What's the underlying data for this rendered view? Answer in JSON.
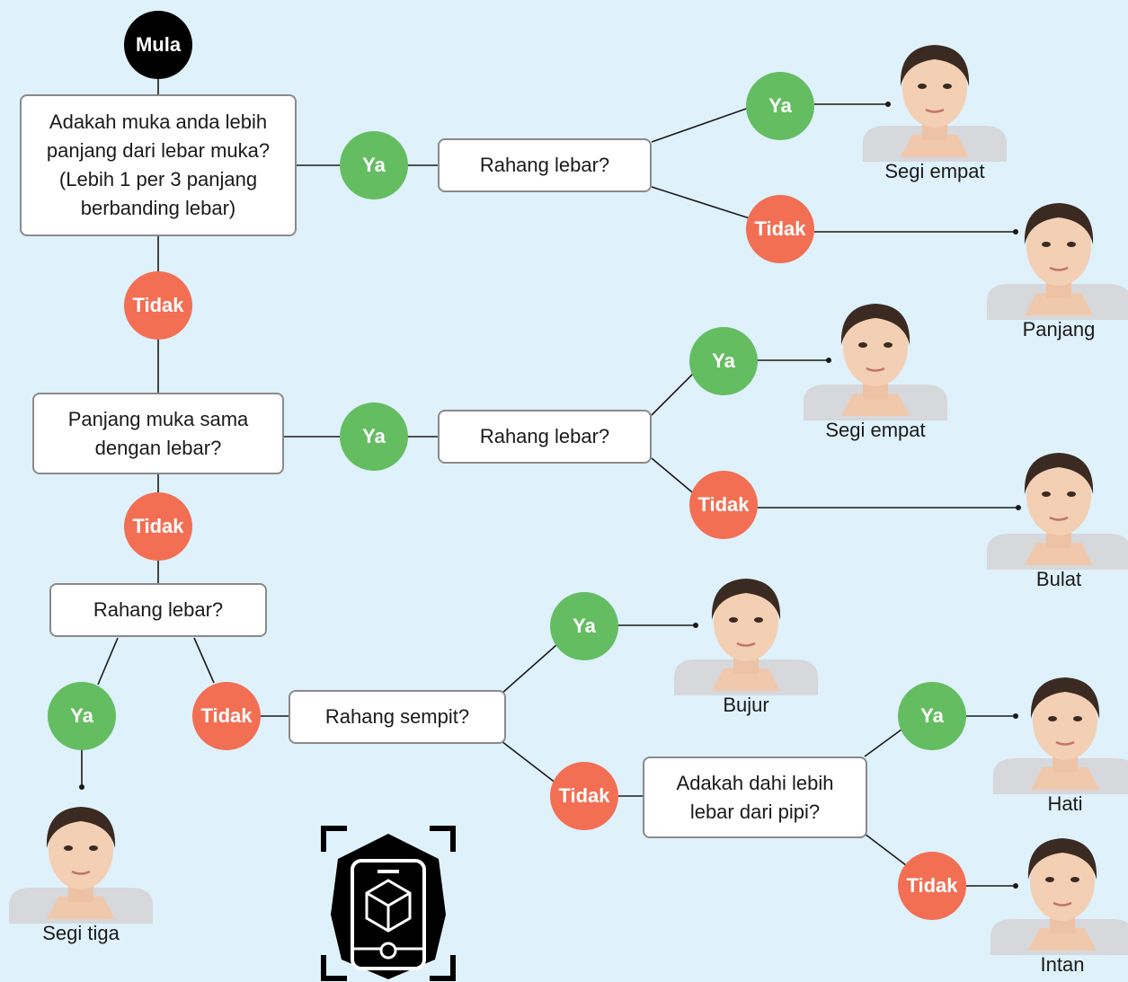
{
  "start": "Mula",
  "decisions": {
    "q1": "Adakah muka anda lebih\npanjang dari lebar muka?\n(Lebih 1 per 3 panjang\nberbanding lebar)",
    "q2": "Panjang muka sama\ndengan lebar?",
    "q3": "Rahang lebar?",
    "q4": "Rahang sempit?",
    "q5": "Adakah dahi lebih\nlebar dari pipi?",
    "r1": "Rahang lebar?",
    "r2": "Rahang lebar?"
  },
  "answers": {
    "yes": "Ya",
    "no": "Tidak"
  },
  "results": {
    "f1": "Segi empat",
    "f2": "Panjang",
    "f3": "Segi empat",
    "f4": "Bulat",
    "f5": "Bujur",
    "f6": "Hati",
    "f7": "Intan",
    "f8": "Segi tiga"
  },
  "colors": {
    "background": "#dff1fb",
    "yes": "#65bd62",
    "no": "#f26f54",
    "start": "#000000",
    "connector": "#1a1a1a"
  },
  "icons": [
    "ar-phone-scan-icon"
  ]
}
